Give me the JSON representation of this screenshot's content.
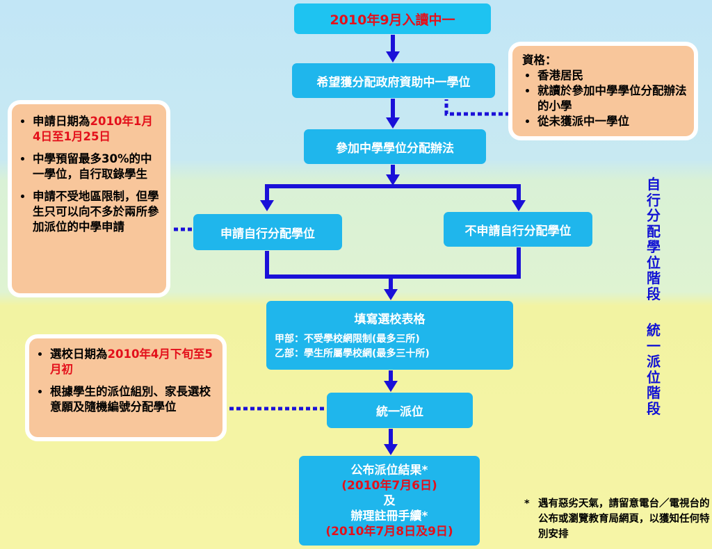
{
  "nodes": {
    "top": "2010年9月入讀中一",
    "hope": "希望獲分配政府資助中一學位",
    "join": "參加中學學位分配辦法",
    "apply": "申請自行分配學位",
    "noapply": "不申請自行分配學位",
    "fill_title": "填寫選校表格",
    "fill_part_a": "甲部：不受學校網限制(最多三所)",
    "fill_part_b": "乙部：學生所屬學校網(最多三十所)",
    "unify": "統一派位",
    "result_line1": "公布派位結果*",
    "result_line2": "(2010年7月6日)",
    "result_line3": "及",
    "result_line4": "辦理註冊手續*",
    "result_line5": "(2010年7月8日及9日)"
  },
  "note_left": {
    "item1_prefix": "申請日期為",
    "item1_date": "2010年1月4日至1月25日",
    "item2": "中學預留最多30%的中一學位，自行取錄學生",
    "item3": "申請不受地區限制，但學生只可以向不多於兩所參加派位的中學申請"
  },
  "note_right": {
    "heading": "資格：",
    "item1": "香港居民",
    "item2": "就讀於參加中學學位分配辦法的小學",
    "item3": "從未獲派中一學位"
  },
  "note_mid": {
    "item1_prefix": "選校日期為",
    "item1_date": "2010年4月下旬至5月初",
    "item2": "根據學生的派位組別、家長選校意願及隨機編號分配學位"
  },
  "stage_labels": {
    "self_allocation": "自行分配學位階段",
    "central_allocation": "統一派位階段"
  },
  "footnote": {
    "star": "*",
    "text": "遇有惡劣天氣，請留意電台／電視台的公布或瀏覽教育局網頁，以獲知任何特別安排"
  },
  "colors": {
    "node_fill": "#1fb6ec",
    "note_fill": "#f8c69b",
    "arrow": "#1a10d8",
    "highlight_red": "#e3101b",
    "stage_label": "#1112d4"
  }
}
